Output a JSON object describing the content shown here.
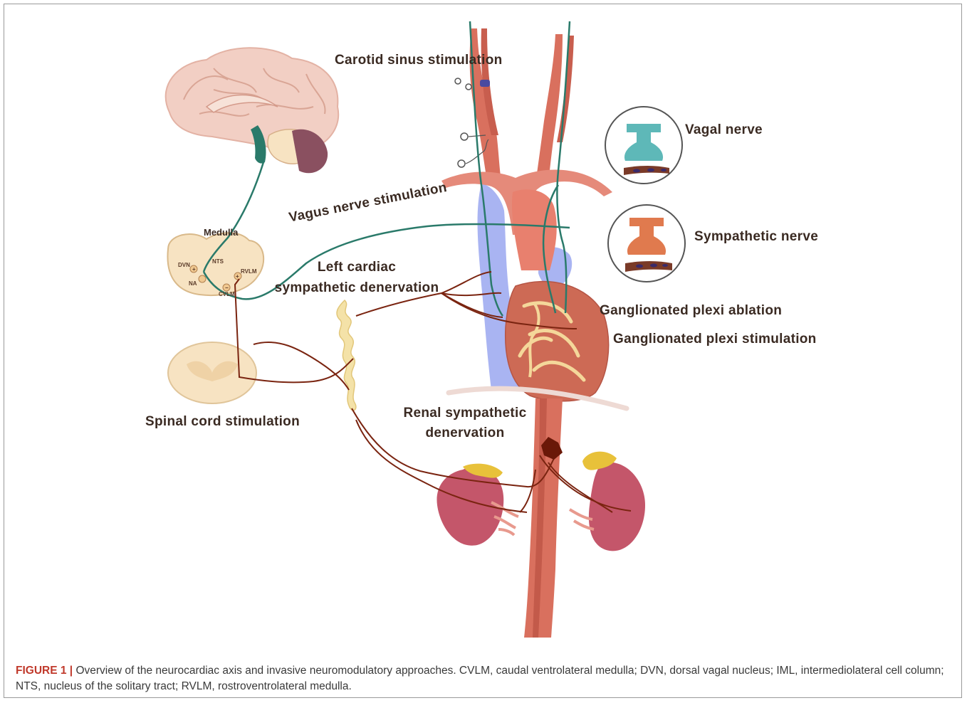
{
  "labels": {
    "carotid": "Carotid sinus stimulation",
    "vagal_nerve": "Vagal nerve",
    "sympathetic_nerve": "Sympathetic nerve",
    "vagus_stim": "Vagus nerve stimulation",
    "medulla": "Medulla",
    "left_cardiac_1": "Left cardiac",
    "left_cardiac_2": "sympathetic denervation",
    "gp_ablation": "Ganglionated plexi ablation",
    "gp_stimulation": "Ganglionated plexi stimulation",
    "spinal": "Spinal cord stimulation",
    "renal_1": "Renal sympathetic",
    "renal_2": "denervation",
    "dvn": "DVN",
    "nts": "NTS",
    "rvlm": "RVLM",
    "na": "NA",
    "cvlm": "CVLM",
    "plus": "+",
    "minus": "−"
  },
  "caption": {
    "figure_label": "FIGURE 1 |",
    "text": " Overview of the neurocardiac axis and invasive neuromodulatory approaches. CVLM, caudal ventrolateral medulla; DVN, dorsal vagal nucleus; IML, intermediolateral cell column; NTS, nucleus of the solitary tract; RVLM, rostroventrolateral medulla."
  },
  "colors": {
    "vagal": "#2a7a6a",
    "sympathetic": "#7a2410",
    "artery": "#d9705e",
    "vein": "#a9b4f2",
    "kidney": "#c4566a",
    "adrenal": "#e8c13a",
    "brain": "#f2cfc4",
    "ganglion_chain": "#f4e2a8"
  }
}
